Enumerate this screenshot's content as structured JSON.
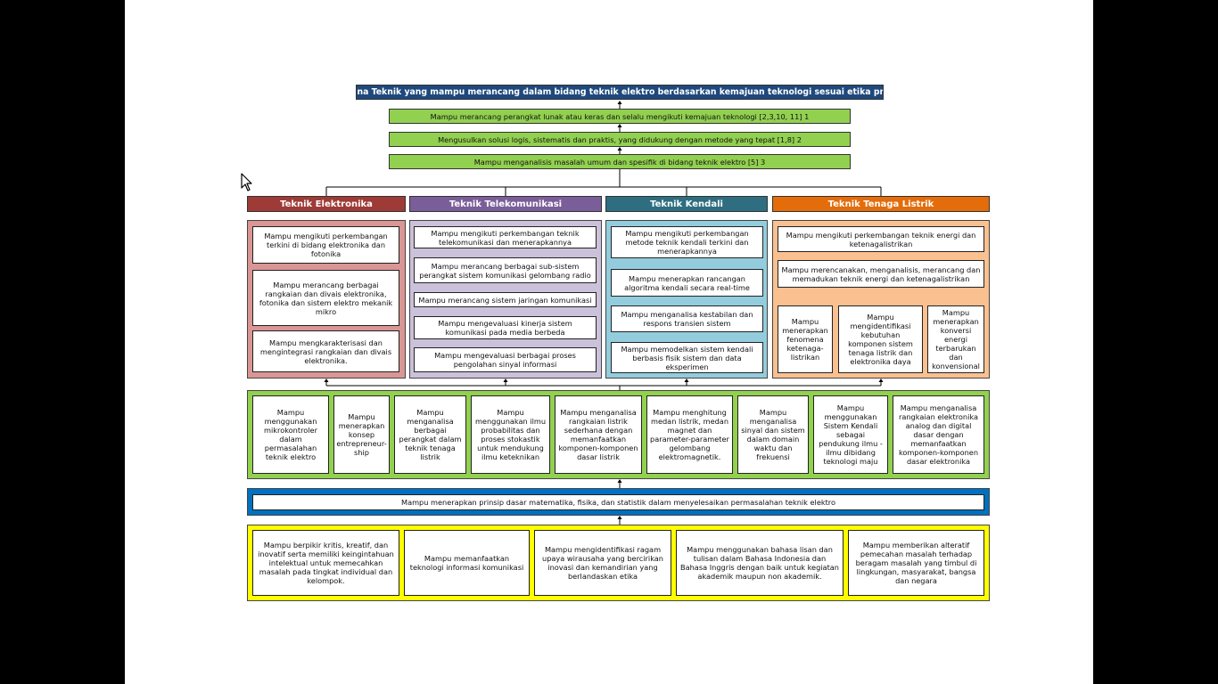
{
  "title": "Sarjana Teknik yang mampu merancang dalam bidang teknik elektro berdasarkan kemajuan teknologi sesuai etika profesi",
  "top_outcomes": [
    "Mampu merancang perangkat lunak  atau keras dan selalu mengikuti kemajuan teknologi [2,3,10, 11] 1",
    "Mengusulkan solusi logis, sistematis dan praktis, yang didukung dengan metode yang tepat [1,8] 2",
    "Mampu menganalisis masalah umum dan spesifik di bidang teknik elektro [5] 3"
  ],
  "columns": [
    {
      "name": "Teknik Elektronika",
      "header_color": "#9E3B36",
      "panel_color": "#D99694",
      "items": [
        "Mampu mengikuti perkembangan terkini di bidang elektronika dan fotonika",
        "Mampu merancang berbagai rangkaian dan divais elektronika, fotonika dan sistem elektro mekanik mikro",
        "Mampu mengkarakterisasi dan mengintegrasi rangkaian dan divais elektronika."
      ]
    },
    {
      "name": "Teknik Telekomunikasi",
      "header_color": "#7A5E99",
      "panel_color": "#CCC1DA",
      "items": [
        "Mampu mengikuti perkembangan teknik telekomunikasi dan menerapkannya",
        "Mampu merancang berbagai sub-sistem perangkat  sistem komunikasi gelombang radio",
        "Mampu merancang sistem jaringan komunikasi",
        "Mampu mengevaluasi kinerja sistem komunikasi pada media  berbeda",
        "Mampu mengevaluasi berbagai proses pengolahan sinyal informasi"
      ]
    },
    {
      "name": "Teknik Kendali",
      "header_color": "#2E6E80",
      "panel_color": "#93CDDD",
      "items": [
        "Mampu mengikuti perkembangan metode teknik kendali terkini dan menerapkannya",
        "Mampu menerapkan rancangan algoritma kendali secara real-time",
        "Mampu menganalisa kestabilan dan respons transien sistem",
        "Mampu memodelkan sistem kendali berbasis fisik sistem dan data eksperimen"
      ]
    },
    {
      "name": "Teknik Tenaga Listrik",
      "header_color": "#E46C0A",
      "panel_color": "#FAC090",
      "items": [
        "Mampu mengikuti perkembangan teknik energi dan ketenagalistrikan",
        "Mampu merencanakan, menganalisis, merancang dan memadukan teknik energi dan ketenagalistrikan"
      ],
      "sub_items": [
        "Mampu menerapkan fenomena ketenaga-listrikan",
        "Mampu mengidentifikasi kebutuhan komponen sistem tenaga listrik dan elektronika daya",
        "Mampu menerapkan konversi energi terbarukan dan konvensional"
      ]
    }
  ],
  "green_row": {
    "panel_color": "#92D050",
    "items": [
      "Mampu menggunakan mikrokontroler dalam permasalahan teknik elektro",
      "Mampu menerapkan konsep entrepreneur-ship",
      "Mampu menganalisa berbagai perangkat dalam teknik tenaga listrik",
      "Mampu menggunakan ilmu probabilitas dan proses stokastik untuk mendukung ilmu keteknikan",
      "Mampu menganalisa rangkaian listrik sederhana dengan memanfaatkan komponen-komponen dasar listrik",
      "Mampu menghitung medan listrik, medan magnet dan parameter-parameter gelombang elektromagnetik.",
      "Mampu menganalisa sinyal dan sistem dalam domain waktu dan frekuensi",
      "Mampu menggunakan Sistem Kendali sebagai pendukung ilmu -ilmu dibidang teknologi  maju",
      "Mampu menganalisa rangkaian elektronika analog dan digital dasar dengan memanfaatkan komponen-komponen dasar elektronika"
    ]
  },
  "blue_row": {
    "panel_color": "#0070C0",
    "text": "Mampu menerapkan prinsip dasar matematika, fisika, dan statistik dalam menyelesaikan permasalahan teknik elektro"
  },
  "yellow_row": {
    "panel_color": "#FFFF00",
    "items": [
      "Mampu berpikir kritis, kreatif, dan inovatif serta memiliki keingintahuan intelektual untuk memecahkan masalah pada tingkat individual dan kelompok.",
      "Mampu memanfaatkan teknologi informasi komunikasi",
      "Mampu mengidentifikasi ragam upaya wirausaha yang bercirikan inovasi dan kemandirian yang berlandaskan etika",
      "Mampu menggunakan bahasa lisan dan tulisan dalam Bahasa Indonesia dan Bahasa Inggris dengan baik untuk kegiatan akademik maupun non akademik.",
      "Mampu memberikan alteratif pemecahan masalah terhadap beragam masalah yang timbul di lingkungan, masyarakat, bangsa dan negara"
    ]
  },
  "colors": {
    "title_bar": "#1F497D",
    "outcome_bar": "#92D050",
    "connector": "#000000"
  },
  "icons": [
    "cursor-arrow-icon"
  ]
}
